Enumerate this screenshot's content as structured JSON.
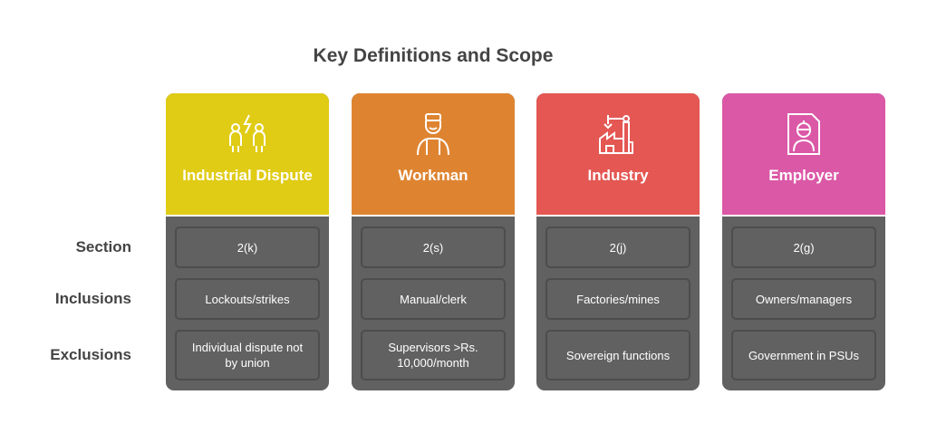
{
  "title": "Key Definitions and Scope",
  "row_labels": [
    "Section",
    "Inclusions",
    "Exclusions"
  ],
  "cards": [
    {
      "title": "Industrial Dispute",
      "color": "#E0CB15",
      "icon": "dispute-people-icon",
      "section": "2(k)",
      "inclusions": "Lockouts/strikes",
      "exclusions": "Individual dispute not by union"
    },
    {
      "title": "Workman",
      "color": "#DE8431",
      "icon": "worker-icon",
      "section": "2(s)",
      "inclusions": "Manual/clerk",
      "exclusions": "Supervisors >Rs. 10,000/month"
    },
    {
      "title": "Industry",
      "color": "#E45753",
      "icon": "factory-icon",
      "section": "2(j)",
      "inclusions": "Factories/mines",
      "exclusions": "Sovereign functions"
    },
    {
      "title": "Employer",
      "color": "#DB58A6",
      "icon": "employer-badge-icon",
      "section": "2(g)",
      "inclusions": "Owners/managers",
      "exclusions": "Government in PSUs"
    }
  ]
}
